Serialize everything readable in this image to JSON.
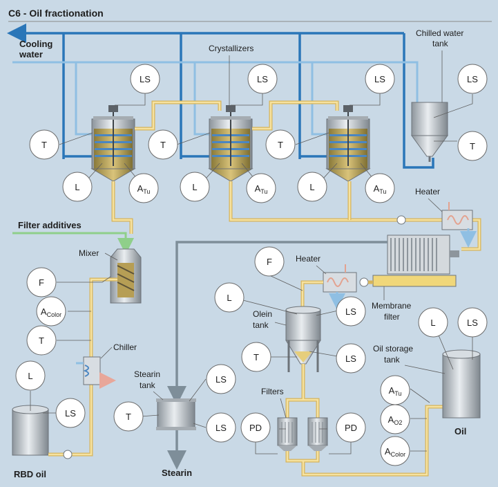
{
  "title": "C6 - Oil fractionation",
  "labels": {
    "cooling_water": [
      "Cooling",
      "water"
    ],
    "crystallizers": "Crystallizers",
    "chilled_water_tank": [
      "Chilled water",
      "tank"
    ],
    "heater_top": "Heater",
    "filter_additives": "Filter additives",
    "mixer": "Mixer",
    "heater_mid": "Heater",
    "membrane_filter": [
      "Membrane",
      "filter"
    ],
    "olein_tank": [
      "Olein",
      "tank"
    ],
    "chiller": "Chiller",
    "stearin_tank": [
      "Stearin",
      "tank"
    ],
    "oil_storage_tank": [
      "Oil storage",
      "tank"
    ],
    "filters": "Filters",
    "rbd_oil": "RBD oil",
    "stearin": "Stearin",
    "oil": "Oil"
  },
  "instruments": [
    {
      "id": "ls-cryst1",
      "text": "LS",
      "sub": ""
    },
    {
      "id": "t-cryst1",
      "text": "T",
      "sub": ""
    },
    {
      "id": "l-cryst1",
      "text": "L",
      "sub": ""
    },
    {
      "id": "atu-cryst1",
      "text": "A",
      "sub": "Tu"
    },
    {
      "id": "ls-cryst2",
      "text": "LS",
      "sub": ""
    },
    {
      "id": "t-cryst2",
      "text": "T",
      "sub": ""
    },
    {
      "id": "l-cryst2",
      "text": "L",
      "sub": ""
    },
    {
      "id": "atu-cryst2",
      "text": "A",
      "sub": "Tu"
    },
    {
      "id": "ls-cryst3",
      "text": "LS",
      "sub": ""
    },
    {
      "id": "t-cryst3",
      "text": "T",
      "sub": ""
    },
    {
      "id": "l-cryst3",
      "text": "L",
      "sub": ""
    },
    {
      "id": "atu-cryst3",
      "text": "A",
      "sub": "Tu"
    },
    {
      "id": "ls-chilled",
      "text": "LS",
      "sub": ""
    },
    {
      "id": "t-chilled",
      "text": "T",
      "sub": ""
    },
    {
      "id": "f-mixer",
      "text": "F",
      "sub": ""
    },
    {
      "id": "acolor-mixer",
      "text": "A",
      "sub": "Color"
    },
    {
      "id": "t-mixer",
      "text": "T",
      "sub": ""
    },
    {
      "id": "l-rbd",
      "text": "L",
      "sub": ""
    },
    {
      "id": "ls-rbd",
      "text": "LS",
      "sub": ""
    },
    {
      "id": "f-heater",
      "text": "F",
      "sub": ""
    },
    {
      "id": "l-olein",
      "text": "L",
      "sub": ""
    },
    {
      "id": "ls-olein-top",
      "text": "LS",
      "sub": ""
    },
    {
      "id": "t-olein",
      "text": "T",
      "sub": ""
    },
    {
      "id": "ls-olein-bot",
      "text": "LS",
      "sub": ""
    },
    {
      "id": "ls-stearin-top",
      "text": "LS",
      "sub": ""
    },
    {
      "id": "t-stearin",
      "text": "T",
      "sub": ""
    },
    {
      "id": "ls-stearin-bot",
      "text": "LS",
      "sub": ""
    },
    {
      "id": "pd-left",
      "text": "PD",
      "sub": ""
    },
    {
      "id": "pd-right",
      "text": "PD",
      "sub": ""
    },
    {
      "id": "l-oil",
      "text": "L",
      "sub": ""
    },
    {
      "id": "ls-oil",
      "text": "LS",
      "sub": ""
    },
    {
      "id": "atu-oil",
      "text": "A",
      "sub": "Tu"
    },
    {
      "id": "ao2-oil",
      "text": "A",
      "sub": "O2"
    },
    {
      "id": "acolor-oil",
      "text": "A",
      "sub": "Color"
    }
  ]
}
